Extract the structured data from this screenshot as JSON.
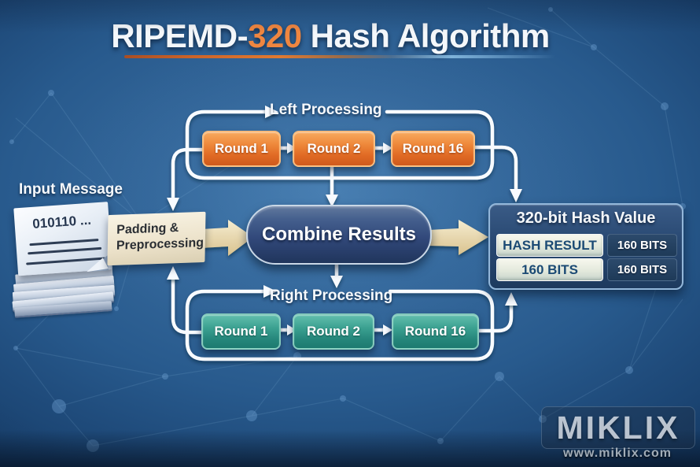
{
  "title": {
    "prefix": "RIPEMD-",
    "highlight": "320",
    "suffix": "Hash Algorithm"
  },
  "input": {
    "label": "Input Message",
    "document_text": "010110 ..."
  },
  "padding": {
    "line1": "Padding &",
    "line2": "Preprocessing"
  },
  "left_processing": {
    "label": "Left Processing",
    "rounds": [
      "Round 1",
      "Round 2",
      "Round 16"
    ]
  },
  "right_processing": {
    "label": "Right Processing",
    "rounds": [
      "Round 1",
      "Round 2",
      "Round 16"
    ]
  },
  "combine": {
    "label": "Combine Results"
  },
  "hash_output": {
    "title": "320-bit Hash Value",
    "rows": [
      {
        "left": "HASH RESULT",
        "right": "160 BITS"
      },
      {
        "left": "160 BITS",
        "right": "160 BITS"
      }
    ]
  },
  "watermark": {
    "brand": "MIKLIX",
    "url": "www.miklix.com"
  },
  "colors": {
    "background_blue": "#336699",
    "round_orange": "#e06a24",
    "round_teal": "#2f9b8c",
    "combine_navy": "#32497b",
    "banner_cream": "#ece2ca",
    "title_accent": "#ef8640"
  }
}
